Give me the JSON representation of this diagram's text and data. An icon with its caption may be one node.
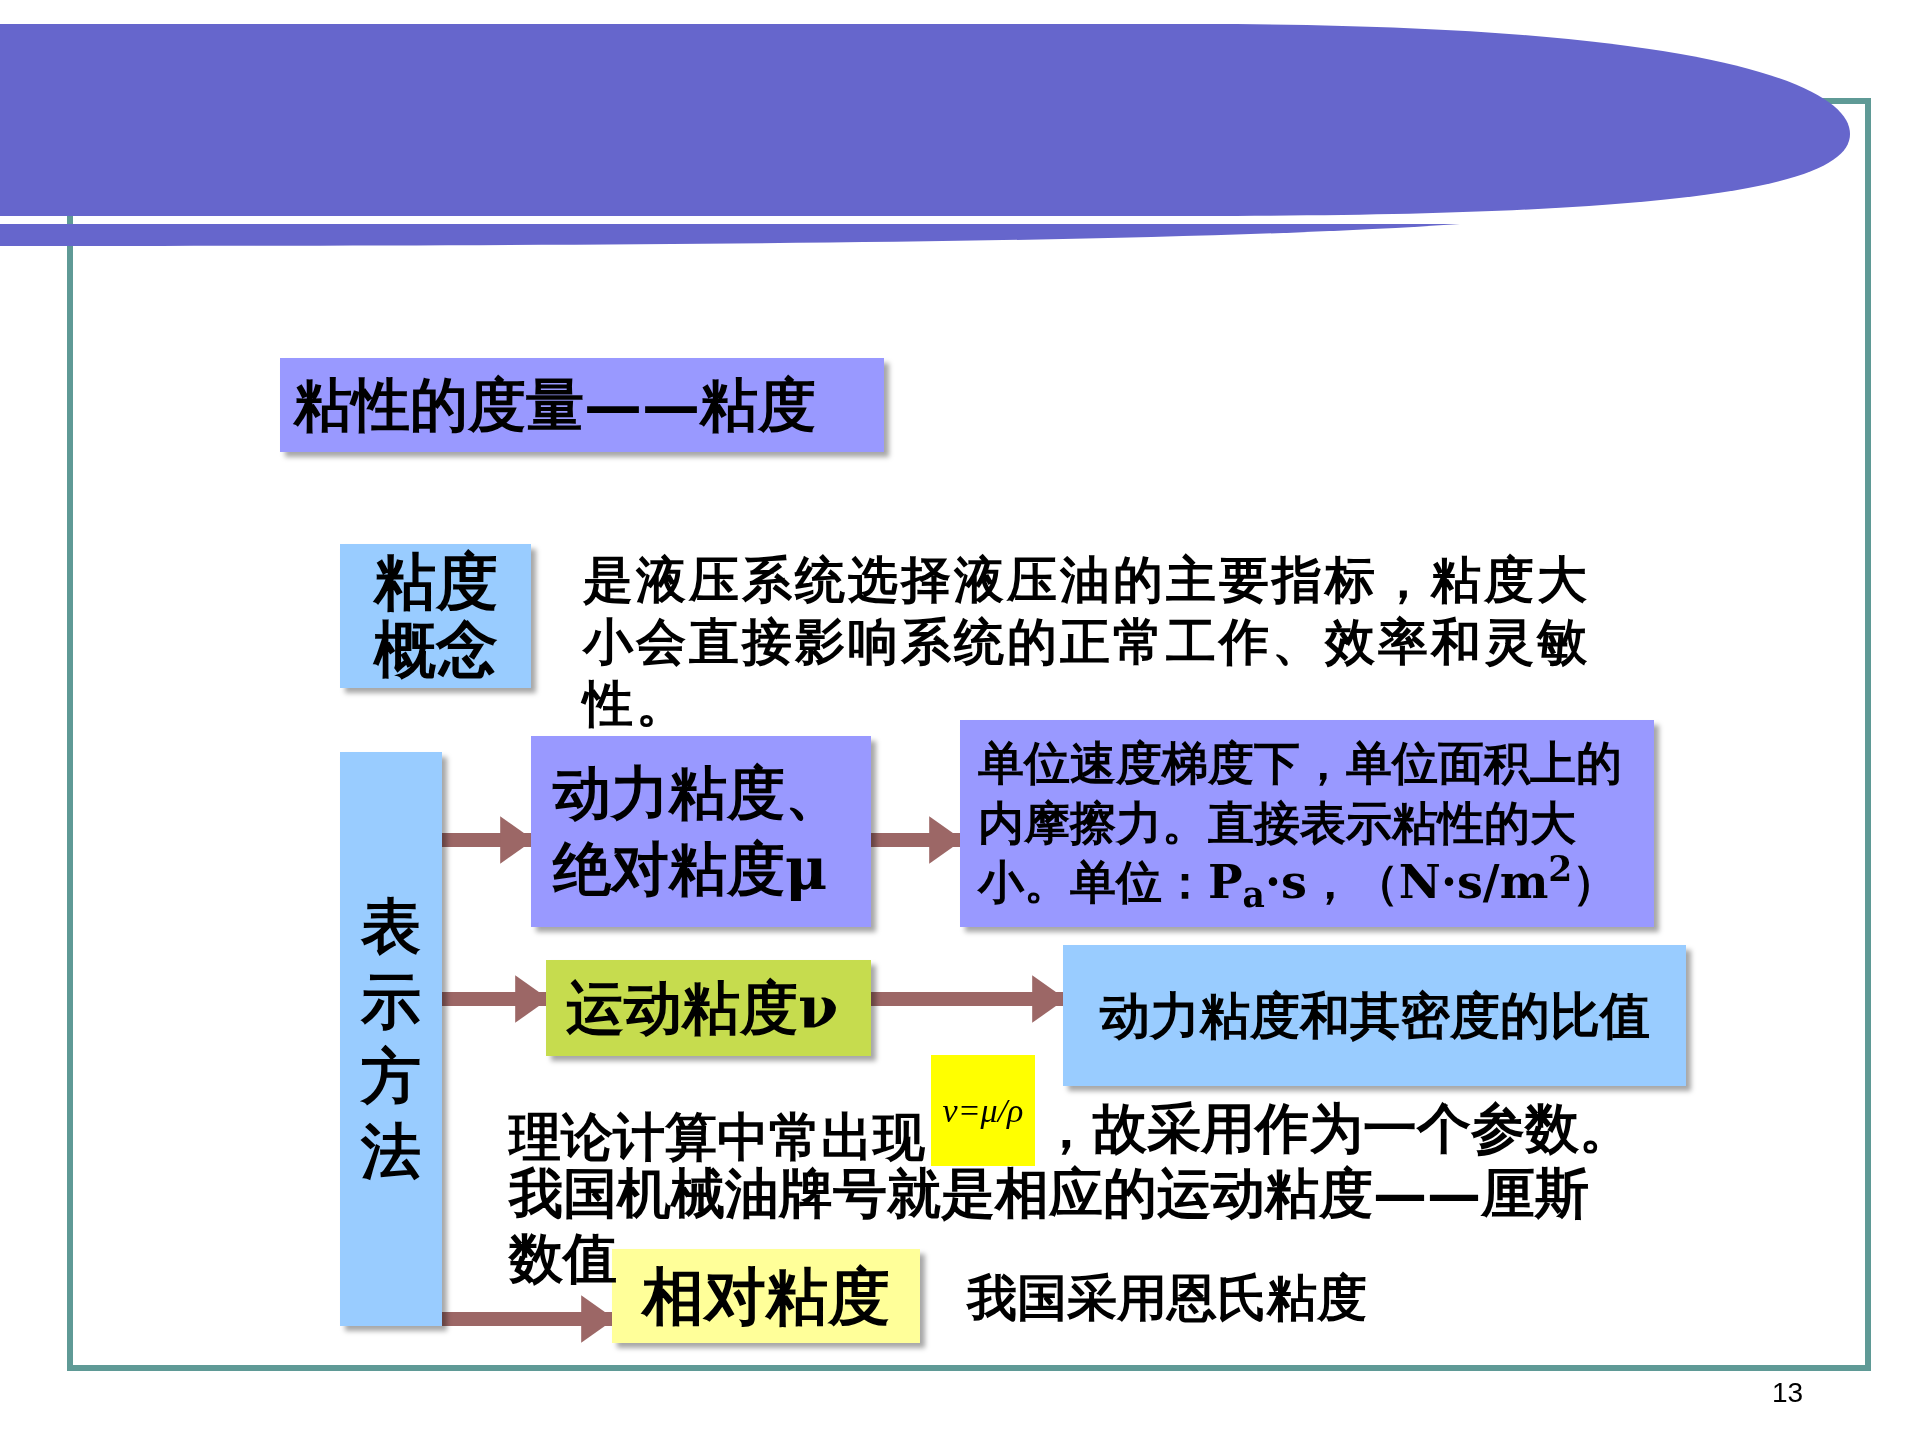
{
  "diagram": {
    "nodes": [
      {
        "text": [
          "粘性的度量——粘度"
        ]
      },
      {
        "text": [
          "粘度概念"
        ]
      },
      {
        "text": [
          "表示方法"
        ]
      },
      {
        "text": [
          "动力粘度、绝对粘度μ"
        ]
      },
      {
        "text": [
          "单位速度梯度下，单位面积上的内摩擦力。直接表示粘性的大小。单位：P$_{a}$·s，（N·s/m$^{2}$）"
        ]
      },
      {
        "text": [
          "运动粘度ν"
        ]
      },
      {
        "text": [
          "动力粘度和其密度的比值"
        ]
      },
      {
        "text": [
          "相对粘度"
        ]
      }
    ],
    "edges": [
      {
        "from": 2,
        "to": 3,
        "arrow": "to"
      },
      {
        "from": 3,
        "to": 4,
        "arrow": "to"
      },
      {
        "from": 2,
        "to": 5,
        "arrow": "to"
      },
      {
        "from": 5,
        "to": 6,
        "arrow": "to"
      },
      {
        "from": 2,
        "to": 7,
        "arrow": "to"
      }
    ],
    "labels": [
      "是液压系统选择液压油的主要指标，粘度大小会直接影响系统的正常工作、效率和灵敏性。",
      "理论计算中常出现",
      "ν=μ/ρ",
      "，故采用作为一个参数。我国机械油牌号就是相应的运动粘度——厘斯数值",
      "我国采用恩氏粘度",
      "13"
    ]
  }
}
